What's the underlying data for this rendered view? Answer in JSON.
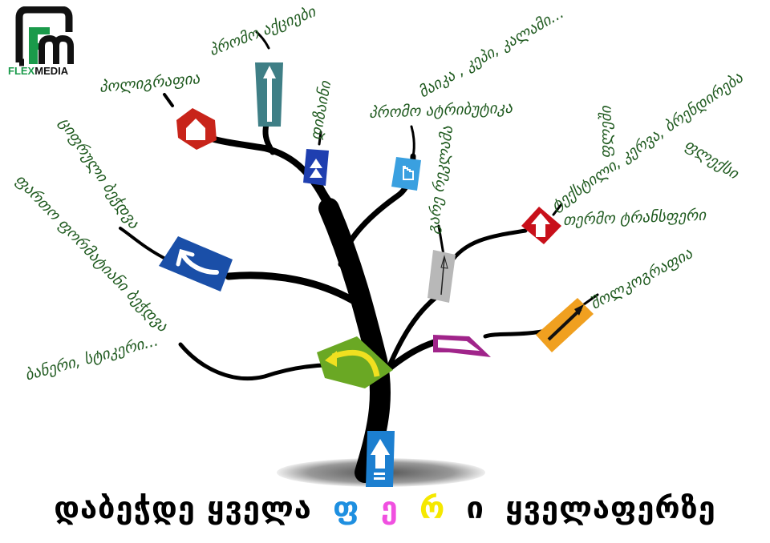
{
  "logo": {
    "brand_part1": "FLEX",
    "brand_part2": "MEDIA",
    "colors": {
      "green": "#1a9a4a",
      "black": "#111111"
    }
  },
  "labels": {
    "promo_actions": "პრომო აქციები",
    "polygraphy": "პოლიგრაფია",
    "design": "დიზაინი",
    "tshirt_cap_pen": "მაიკა , კეპი, კალამი...",
    "promo_attributes": "პრომო ატრიბუტიკა",
    "outdoor_ads": "გარე რეკლამა",
    "flash": "ფლეში",
    "textile": "ტექსტილი, კერვა, ბრენდირება",
    "flex": "ფლექსი",
    "thermo_transfer": "თერმო ტრანსფერი",
    "silkscreen": "შოლკოგრაფია",
    "digital_print": "ციფრული ბეჭდვა",
    "wide_format_print": "ფართო ფორმატიანი ბეჭდვა",
    "banner_sticker": "ბანერი, სტიკერი..."
  },
  "slogan": {
    "part1": "დაბეჭდე ყველა",
    "letter1": "ფ",
    "letter2": "ე",
    "letter3": "რ",
    "letter4": "ი",
    "part2": "ყველაფერზე",
    "colors": {
      "letter1": "#1e8fe0",
      "letter2": "#f050e0",
      "letter3": "#f5e800"
    }
  },
  "colors": {
    "label_text": "#1f5a1f",
    "trunk": "#000000"
  }
}
